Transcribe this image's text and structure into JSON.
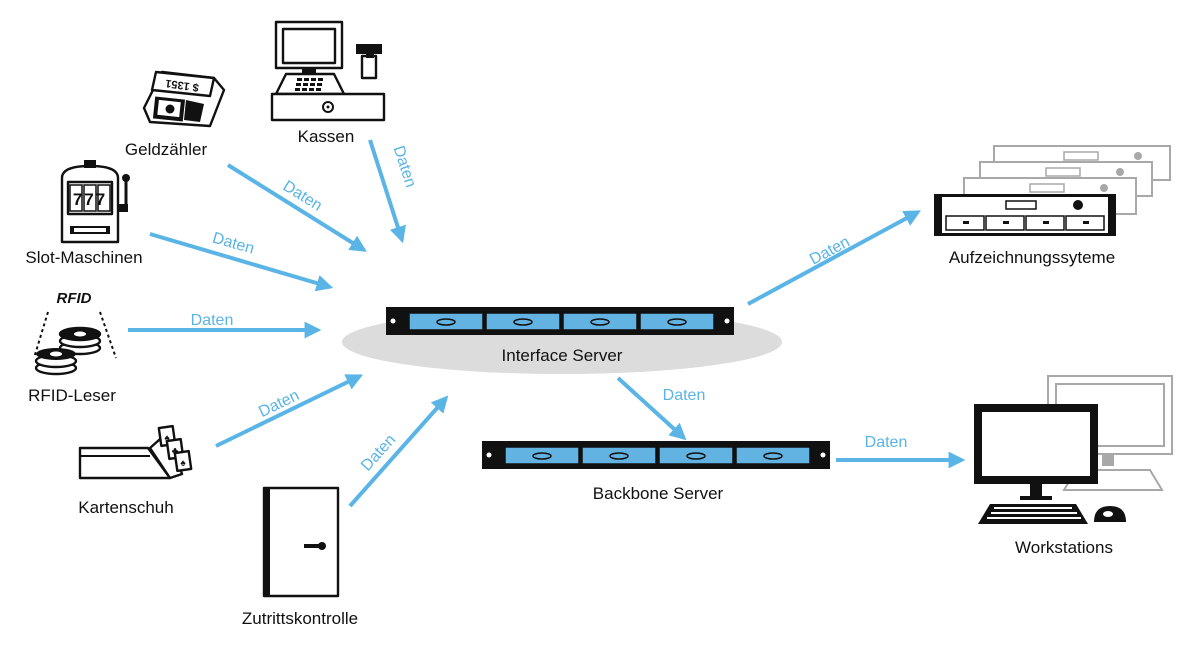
{
  "colors": {
    "arrow": "#5ab4e5",
    "server_bay": "#62b3e2",
    "ellipse": "#dcdcdc",
    "outline": "#111111"
  },
  "data_label": "Daten",
  "nodes": {
    "kassen": "Kassen",
    "geldzaehler": "Geldzähler",
    "slot": "Slot-Maschinen",
    "rfid_reader": "RFID-Leser",
    "rfid_logo": "RFID",
    "kartenschuh": "Kartenschuh",
    "zutritt": "Zutrittskontrolle",
    "interface": "Interface Server",
    "backbone": "Backbone Server",
    "aufzeichnung": "Aufzeichnungssyteme",
    "workstations": "Workstations"
  },
  "icons": {
    "kassen": "cash-register-icon",
    "geldzaehler": "money-counter-icon",
    "slot": "slot-machine-icon",
    "rfid": "rfid-chips-icon",
    "kartenschuh": "card-shoe-icon",
    "zutritt": "door-icon",
    "aufzeichnung": "recording-servers-icon",
    "workstations": "workstations-icon"
  },
  "slot_reels": "777",
  "counter_display": "$ 1351"
}
